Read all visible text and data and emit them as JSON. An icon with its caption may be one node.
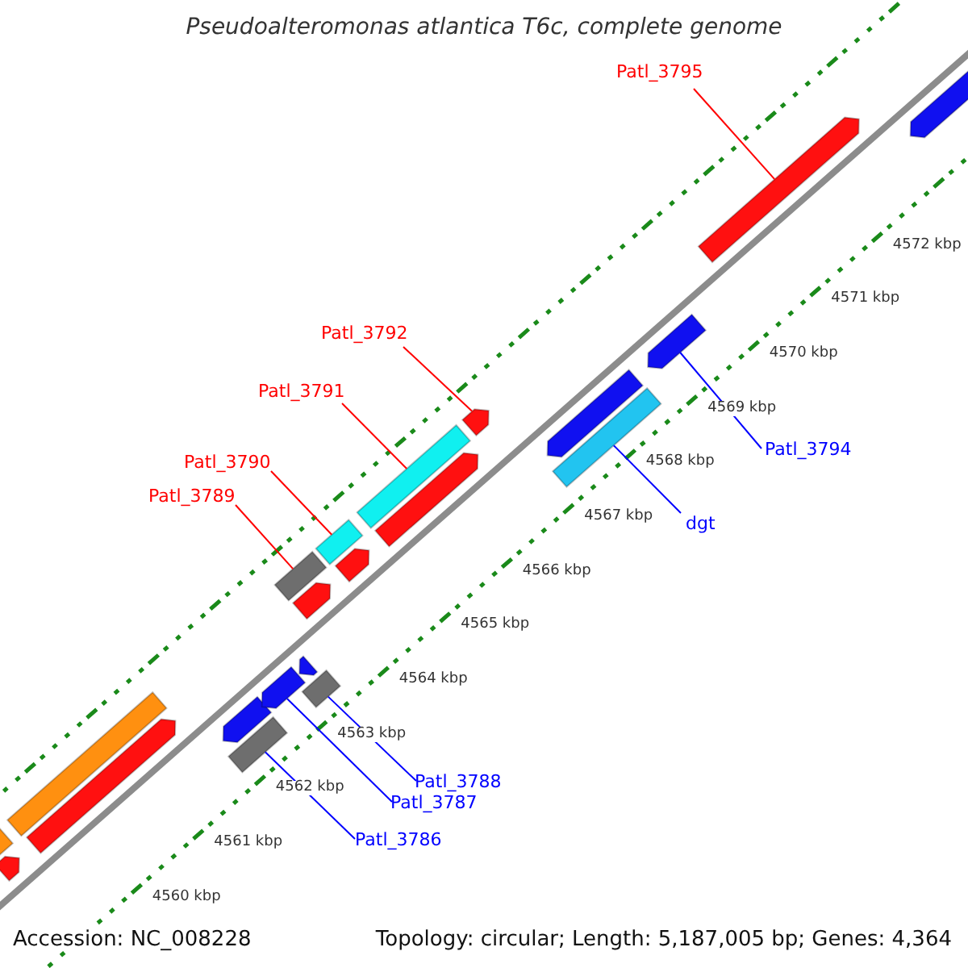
{
  "diagram": {
    "title": "Pseudoalteromonas atlantica T6c, complete genome",
    "nodes": [
      {
        "text": [
          "Patl_3795"
        ]
      },
      {
        "text": [
          "Patl_3792"
        ]
      },
      {
        "text": [
          "Patl_3791"
        ]
      },
      {
        "text": [
          "Patl_3794"
        ]
      },
      {
        "text": [
          "Patl_3790"
        ]
      },
      {
        "text": [
          "Patl_3789"
        ]
      },
      {
        "text": [
          "dgt"
        ]
      },
      {
        "text": [
          "Patl_3788"
        ]
      },
      {
        "text": [
          "Patl_3787"
        ]
      },
      {
        "text": [
          "Patl_3786"
        ]
      },
      {
        "text": [],
        "shape": "pentagon"
      },
      {
        "text": [],
        "shape": "bar"
      },
      {
        "text": [],
        "shape": "bar"
      },
      {
        "text": [],
        "shape": "pentagon"
      },
      {
        "text": [],
        "shape": "bar"
      },
      {
        "text": [],
        "shape": "pentagon"
      },
      {
        "text": [],
        "shape": "pentagon"
      },
      {
        "text": [],
        "shape": "bar"
      },
      {
        "text": [],
        "shape": "pentagon"
      },
      {
        "text": [],
        "shape": "bar"
      },
      {
        "text": [],
        "shape": "pentagon"
      },
      {
        "text": [],
        "shape": "bar"
      },
      {
        "text": [],
        "shape": "pentagon"
      },
      {
        "text": [],
        "shape": "bar"
      },
      {
        "text": [],
        "shape": "pentagon"
      },
      {
        "text": [],
        "shape": "pentagon"
      },
      {
        "text": [],
        "shape": "bar"
      },
      {
        "text": [],
        "shape": "pentagon"
      },
      {
        "text": [],
        "shape": "pentagon"
      },
      {
        "text": [],
        "shape": "pentagon"
      },
      {
        "text": [],
        "shape": "pentagon"
      }
    ],
    "edges": [
      {
        "from": 0,
        "to": 29,
        "arrow": "none"
      },
      {
        "from": 1,
        "to": 25,
        "arrow": "none"
      },
      {
        "from": 2,
        "to": 23,
        "arrow": "none"
      },
      {
        "from": 3,
        "to": 28,
        "arrow": "none",
        "color": "#0000ff"
      },
      {
        "from": 4,
        "to": 21,
        "arrow": "none"
      },
      {
        "from": 5,
        "to": 19,
        "arrow": "none"
      },
      {
        "from": 6,
        "to": 26,
        "arrow": "none",
        "color": "#0000ff"
      },
      {
        "from": 7,
        "to": 17,
        "arrow": "none",
        "color": "#0000ff"
      },
      {
        "from": 8,
        "to": 16,
        "arrow": "none",
        "color": "#0000ff"
      },
      {
        "from": 9,
        "to": 14,
        "arrow": "none",
        "color": "#0000ff"
      }
    ],
    "labels": [
      "4572 kbp",
      "4571 kbp",
      "4570 kbp",
      "4569 kbp",
      "4568 kbp",
      "4567 kbp",
      "4566 kbp",
      "4565 kbp",
      "4564 kbp",
      "4563 kbp",
      "4562 kbp",
      "4561 kbp",
      "4560 kbp",
      "Accession: NC_008228",
      "Topology: circular; Length: 5,187,005 bp; Genes: 4,364"
    ]
  }
}
